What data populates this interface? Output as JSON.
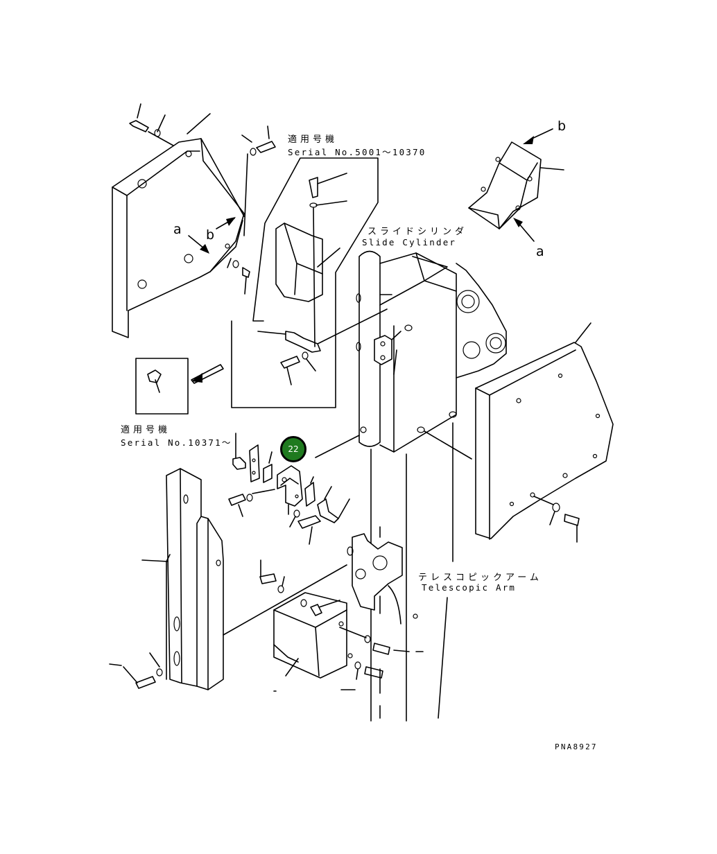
{
  "labels": {
    "serial_upper_jp": "適用号機",
    "serial_upper_en": "Serial No.5001～10370",
    "serial_lower_jp": "適用号機",
    "serial_lower_en": "Serial No.10371～",
    "slide_cylinder_jp": "スライドシリンダ",
    "slide_cylinder_en": "Slide Cylinder",
    "telescopic_arm_jp": "テレスコピックアーム",
    "telescopic_arm_en": "Telescopic Arm",
    "view_a_left": "a",
    "view_b_left": "b",
    "view_a_right": "a",
    "view_b_right": "b",
    "drawing_number": "PNA8927"
  },
  "callouts": [
    {
      "label": "22",
      "color": "#1f7a1f"
    }
  ]
}
